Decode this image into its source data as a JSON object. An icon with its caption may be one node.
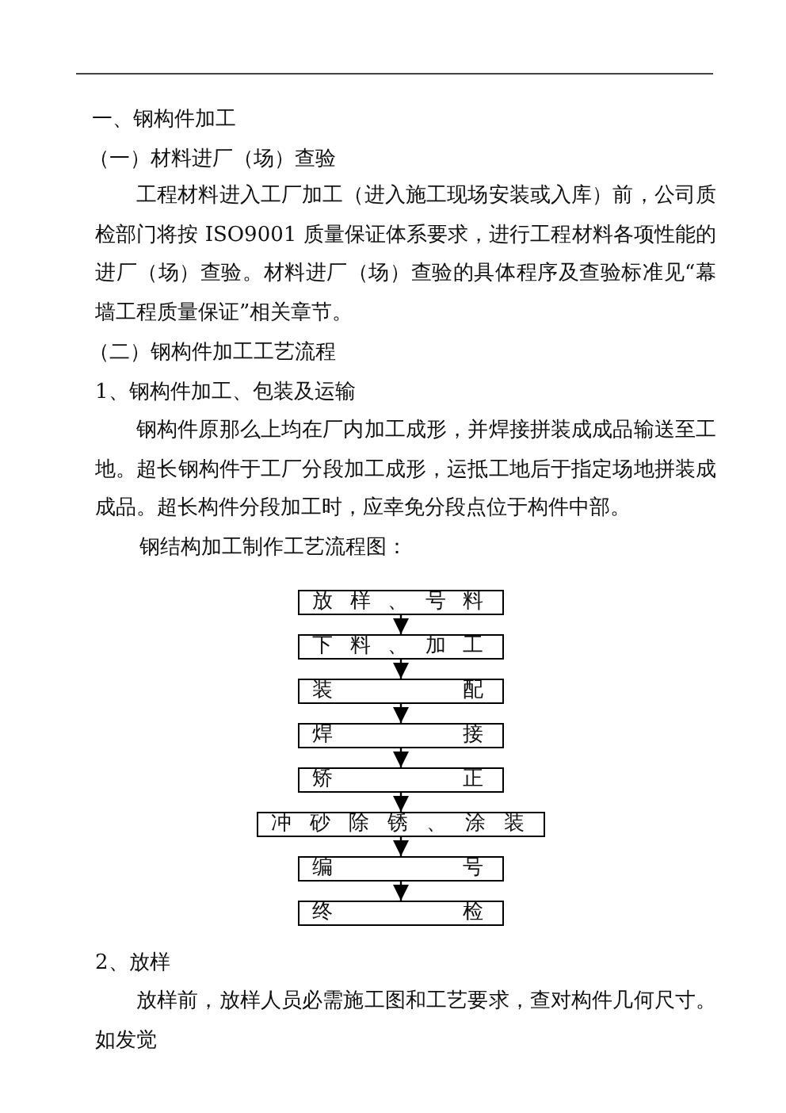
{
  "diagram": {
    "nodes": [
      {
        "text": [
          "放样、号料"
        ]
      },
      {
        "text": [
          "下料、加工"
        ]
      },
      {
        "text": [
          "装 配"
        ]
      },
      {
        "text": [
          "焊 接"
        ]
      },
      {
        "text": [
          "矫 正"
        ]
      },
      {
        "text": [
          "冲砂除锈、涂装"
        ]
      },
      {
        "text": [
          "编 号"
        ]
      },
      {
        "text": [
          "终 检"
        ]
      }
    ],
    "edges": [
      {
        "from": 0,
        "to": 1,
        "arrow": "to"
      },
      {
        "from": 1,
        "to": 2,
        "arrow": "to"
      },
      {
        "from": 2,
        "to": 3,
        "arrow": "to"
      },
      {
        "from": 3,
        "to": 4,
        "arrow": "to"
      },
      {
        "from": 4,
        "to": 5,
        "arrow": "to"
      },
      {
        "from": 5,
        "to": 6,
        "arrow": "to"
      },
      {
        "from": 6,
        "to": 7,
        "arrow": "to"
      }
    ],
    "labels": [
      "一、钢构件加工",
      "（一）材料进厂（场）查验",
      "工程材料进入工厂加工（进入施工现场安装或入库）前，公司质检部门将按 ISO9001 质量保证体系要求，进行工程材料各项性能的进厂（场）查验。材料进厂（场）查验的具体程序及查验标准见“幕墙工程质量保证”相关章节。",
      "（二）钢构件加工工艺流程",
      "1、钢构件加工、包装及运输",
      "钢构件原那么上均在厂内加工成形，并焊接拼装成成品输送至工地。超长钢构件于工厂分段加工成形，运抵工地后于指定场地拼装成成品。超长构件分段加工时，应幸免分段点位于构件中部。",
      "钢结构加工制作工艺流程图：",
      "2、放样",
      "放样前，放样人员必需施工图和工艺要求，查对构件几何尺寸。如发觉"
    ]
  }
}
